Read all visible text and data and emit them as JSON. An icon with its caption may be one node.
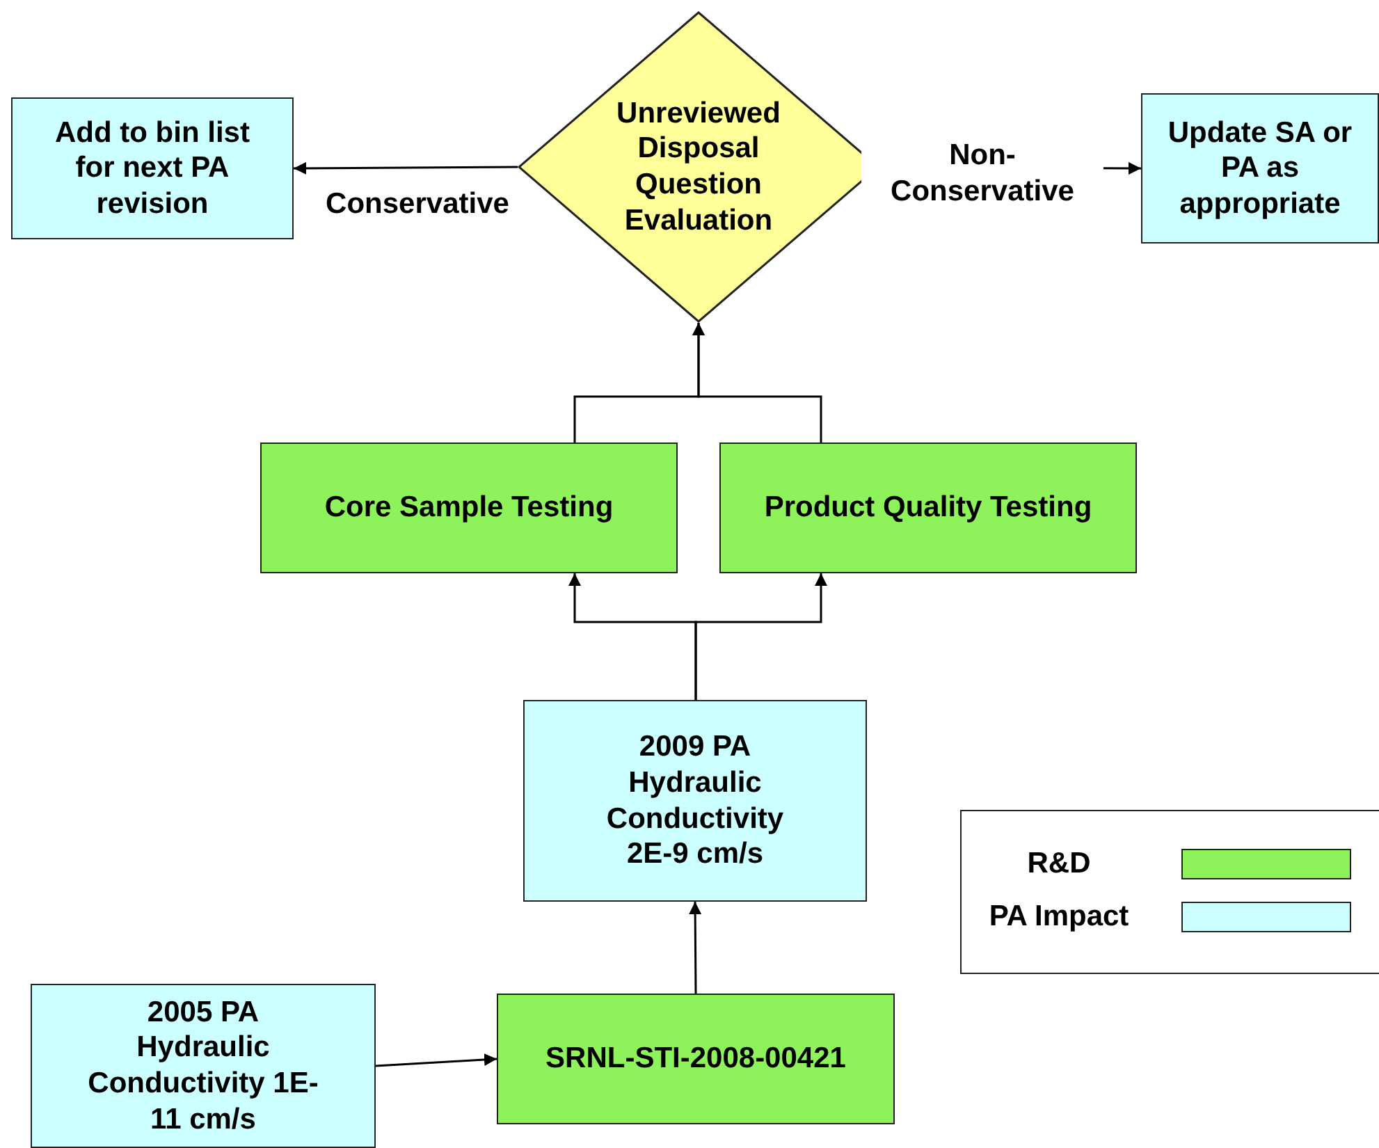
{
  "diagram": {
    "nodes": [
      {
        "text": [
          "Unreviewed Disposal Question Evaluation"
        ]
      },
      {
        "text": [
          "Add to bin list for next PA revision"
        ]
      },
      {
        "text": [
          "Update SA or PA as appropriate"
        ]
      },
      {
        "text": [
          "Core Sample Testing"
        ]
      },
      {
        "text": [
          "Product Quality Testing"
        ]
      },
      {
        "text": [
          "2009 PA Hydraulic Conductivity 2E-9 cm/s"
        ]
      },
      {
        "text": [
          "2005 PA Hydraulic Conductivity 1E-11 cm/s"
        ]
      },
      {
        "text": [
          "SRNL-STI-2008-00421"
        ]
      }
    ],
    "edges": [
      {
        "from": 0,
        "to": 1,
        "arrow": "to",
        "label": "Conservative"
      },
      {
        "from": 0,
        "to": 2,
        "arrow": "to",
        "label": "Non-Conservative"
      },
      {
        "from": 3,
        "to": 0,
        "arrow": "to"
      },
      {
        "from": 4,
        "to": 0,
        "arrow": "to"
      },
      {
        "from": 5,
        "to": 3,
        "arrow": "to"
      },
      {
        "from": 5,
        "to": 4,
        "arrow": "to"
      },
      {
        "from": 7,
        "to": 5,
        "arrow": "to"
      },
      {
        "from": 6,
        "to": 7,
        "arrow": "to"
      }
    ],
    "legend": [
      {
        "text": "R&D",
        "color": "#8ef25a"
      },
      {
        "text": "PA Impact",
        "color": "#ccffff"
      }
    ]
  }
}
